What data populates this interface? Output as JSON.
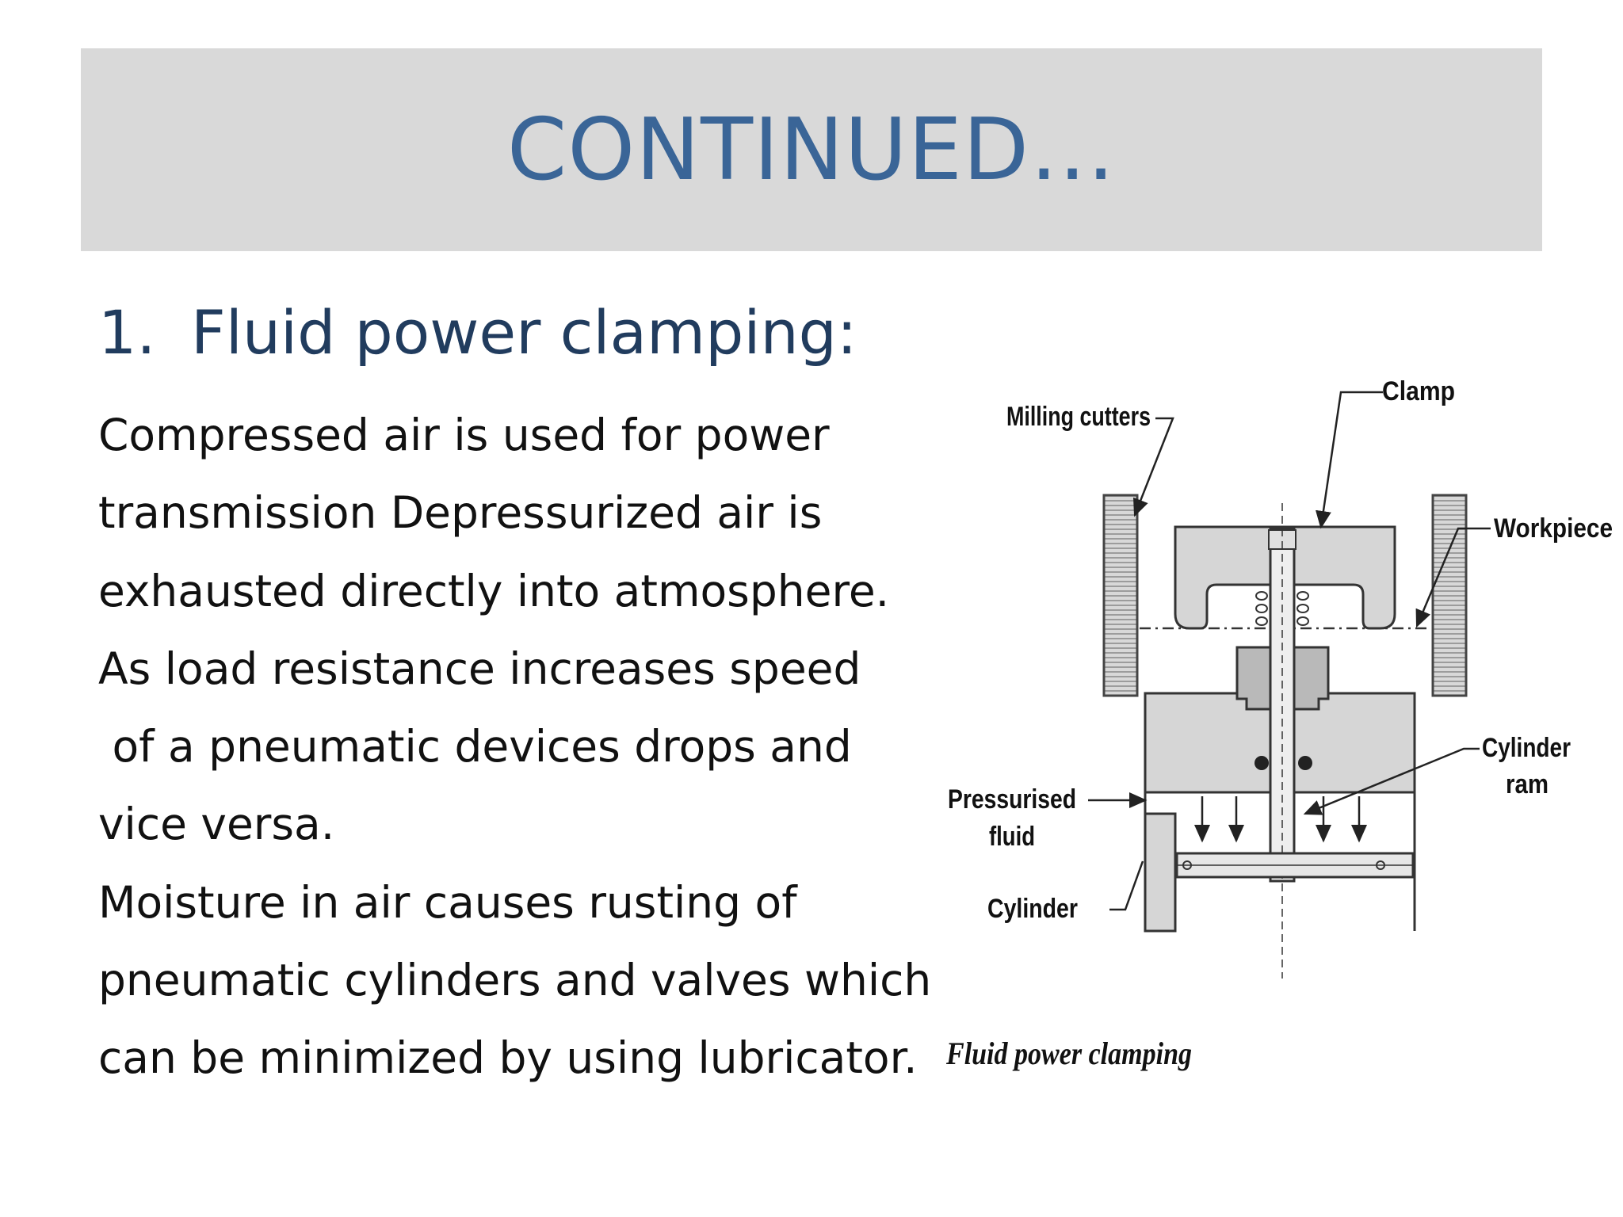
{
  "slide": {
    "title": "CONTINUED…",
    "heading_number": "1.",
    "heading_text": "Fluid power clamping:",
    "body_lines": [
      "Compressed air is used for power",
      "transmission Depressurized air is",
      "exhausted directly into atmosphere.",
      "As load resistance increases speed",
      " of a pneumatic devices drops and",
      "vice versa.",
      "Moisture in air causes rusting of",
      "pneumatic cylinders and valves which",
      "can be minimized by using lubricator."
    ]
  },
  "figure": {
    "labels": {
      "milling_cutters": "Milling cutters",
      "clamp": "Clamp",
      "workpiece": "Workpiece",
      "cylinder_ram_1": "Cylinder",
      "cylinder_ram_2": "ram",
      "pressurised_1": "Pressurised",
      "pressurised_2": "fluid",
      "cylinder": "Cylinder"
    },
    "caption": "Fluid power clamping"
  }
}
